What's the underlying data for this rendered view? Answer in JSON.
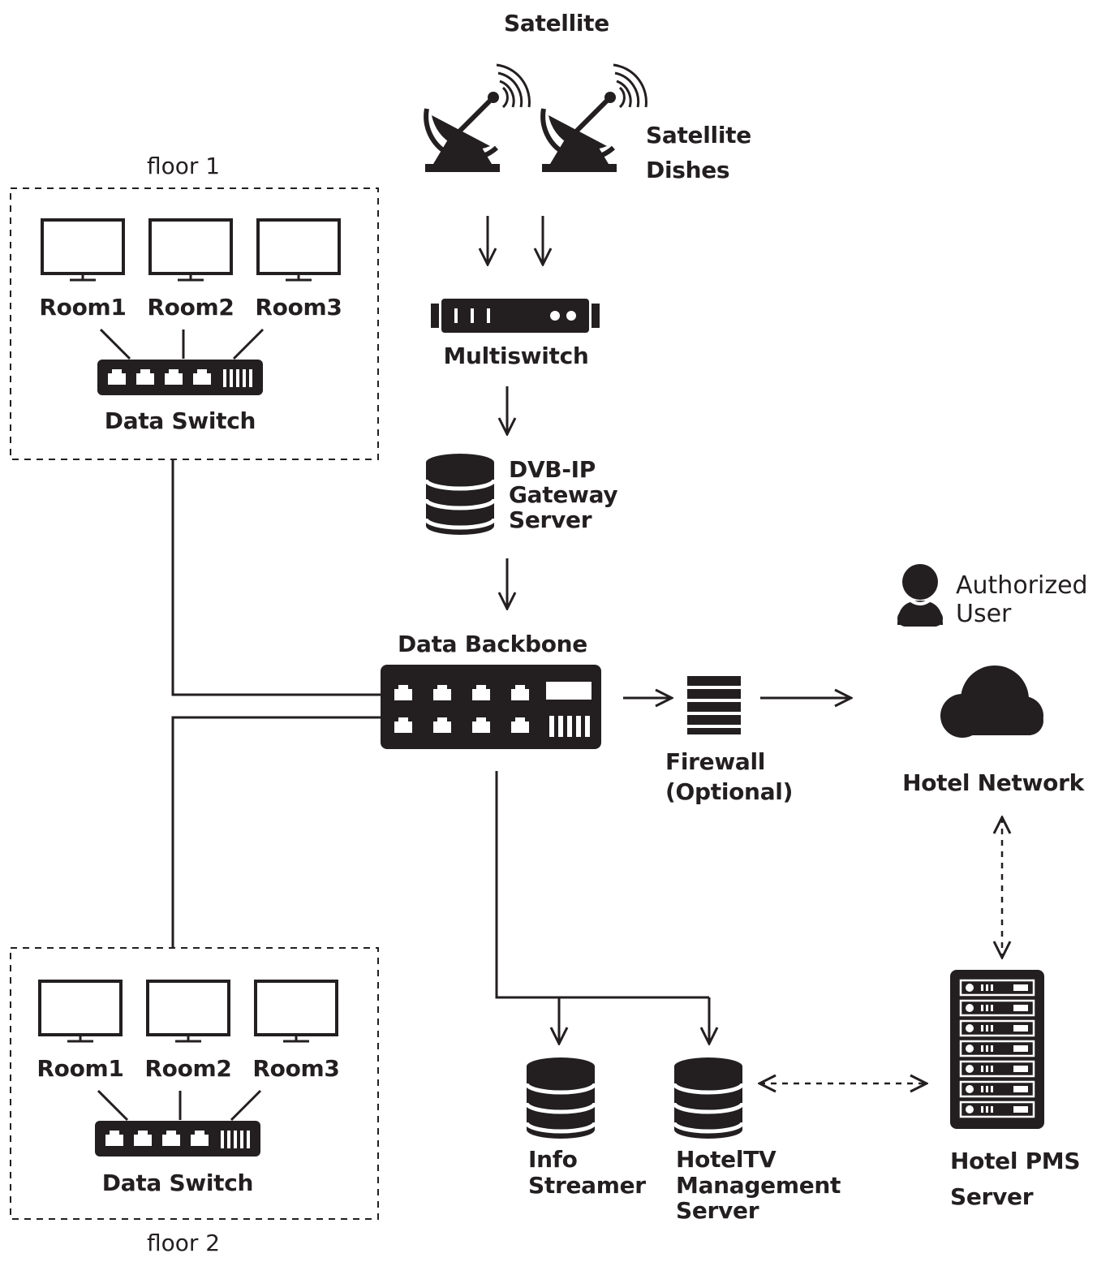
{
  "diagram": {
    "satellite_label": "Satellite",
    "dishes_label": [
      "Satellite",
      "Dishes"
    ],
    "multiswitch_label": "Multiswitch",
    "gateway_label": [
      "DVB-IP",
      "Gateway",
      "Server"
    ],
    "backbone_label": "Data Backbone",
    "firewall_label": [
      "Firewall",
      "(Optional)"
    ],
    "user_label": [
      "Authorized",
      "User"
    ],
    "hotel_network_label": "Hotel Network",
    "info_streamer_label": [
      "Info",
      "Streamer"
    ],
    "management_label": [
      "HotelTV",
      "Management",
      "Server"
    ],
    "pms_label": [
      "Hotel PMS",
      "Server"
    ],
    "floor1": {
      "title": "floor 1",
      "rooms": [
        "Room1",
        "Room2",
        "Room3"
      ],
      "switch_label": "Data Switch"
    },
    "floor2": {
      "title": "floor 2",
      "rooms": [
        "Room1",
        "Room2",
        "Room3"
      ],
      "switch_label": "Data Switch"
    }
  },
  "colors": {
    "ink": "#231f20",
    "background": "#ffffff"
  },
  "icons": [
    "satellite-dish-icon",
    "multiswitch-icon",
    "database-icon",
    "network-switch-icon",
    "firewall-icon",
    "user-icon",
    "cloud-icon",
    "server-rack-icon",
    "monitor-icon"
  ]
}
